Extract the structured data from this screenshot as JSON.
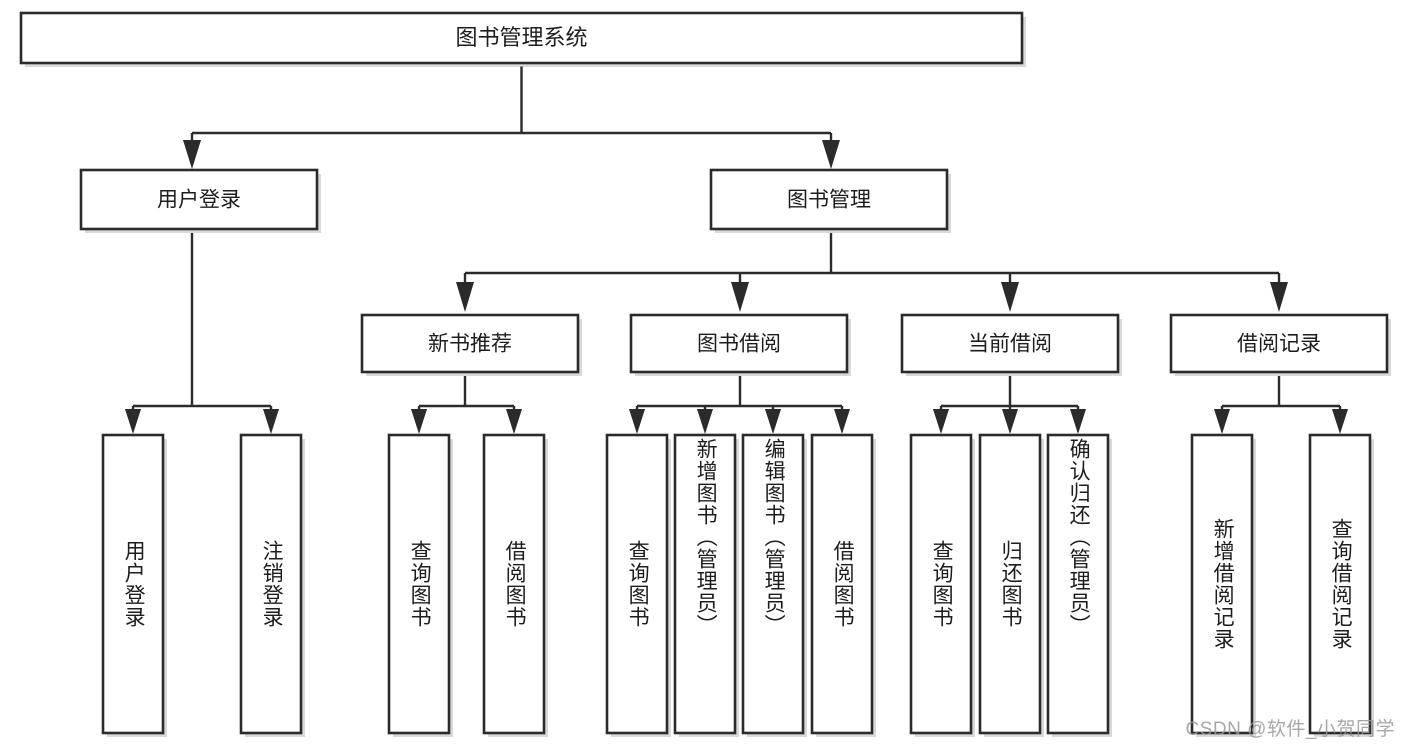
{
  "diagram": {
    "type": "tree",
    "title": "图书管理系统",
    "orientation": "top-down",
    "colors": {
      "box_stroke": "#2b2b2b",
      "box_fill": "#ffffff",
      "connector": "#2b2b2b",
      "text": "#1d1d1d",
      "watermark": "#9a9a9a",
      "background": "#ffffff"
    },
    "root": {
      "label": "图书管理系统"
    },
    "level2": [
      {
        "label": "用户登录"
      },
      {
        "label": "图书管理"
      }
    ],
    "level3": [
      {
        "label": "新书推荐"
      },
      {
        "label": "图书借阅"
      },
      {
        "label": "当前借阅"
      },
      {
        "label": "借阅记录"
      }
    ],
    "leaves": {
      "user_login": [
        {
          "label": "用户登录"
        },
        {
          "label": "注销登录"
        }
      ],
      "new_book_recommend": [
        {
          "label": "查询图书"
        },
        {
          "label": "借阅图书"
        }
      ],
      "book_borrow": [
        {
          "label": "查询图书"
        },
        {
          "label": "新增图书（管理员）"
        },
        {
          "label": "编辑图书（管理员）"
        },
        {
          "label": "借阅图书"
        }
      ],
      "current_borrow": [
        {
          "label": "查询图书"
        },
        {
          "label": "归还图书"
        },
        {
          "label": "确认归还（管理员）"
        }
      ],
      "borrow_record": [
        {
          "label": "新增借阅记录"
        },
        {
          "label": "查询借阅记录"
        }
      ]
    }
  },
  "watermark": {
    "text": "CSDN @软件_小贺同学"
  }
}
